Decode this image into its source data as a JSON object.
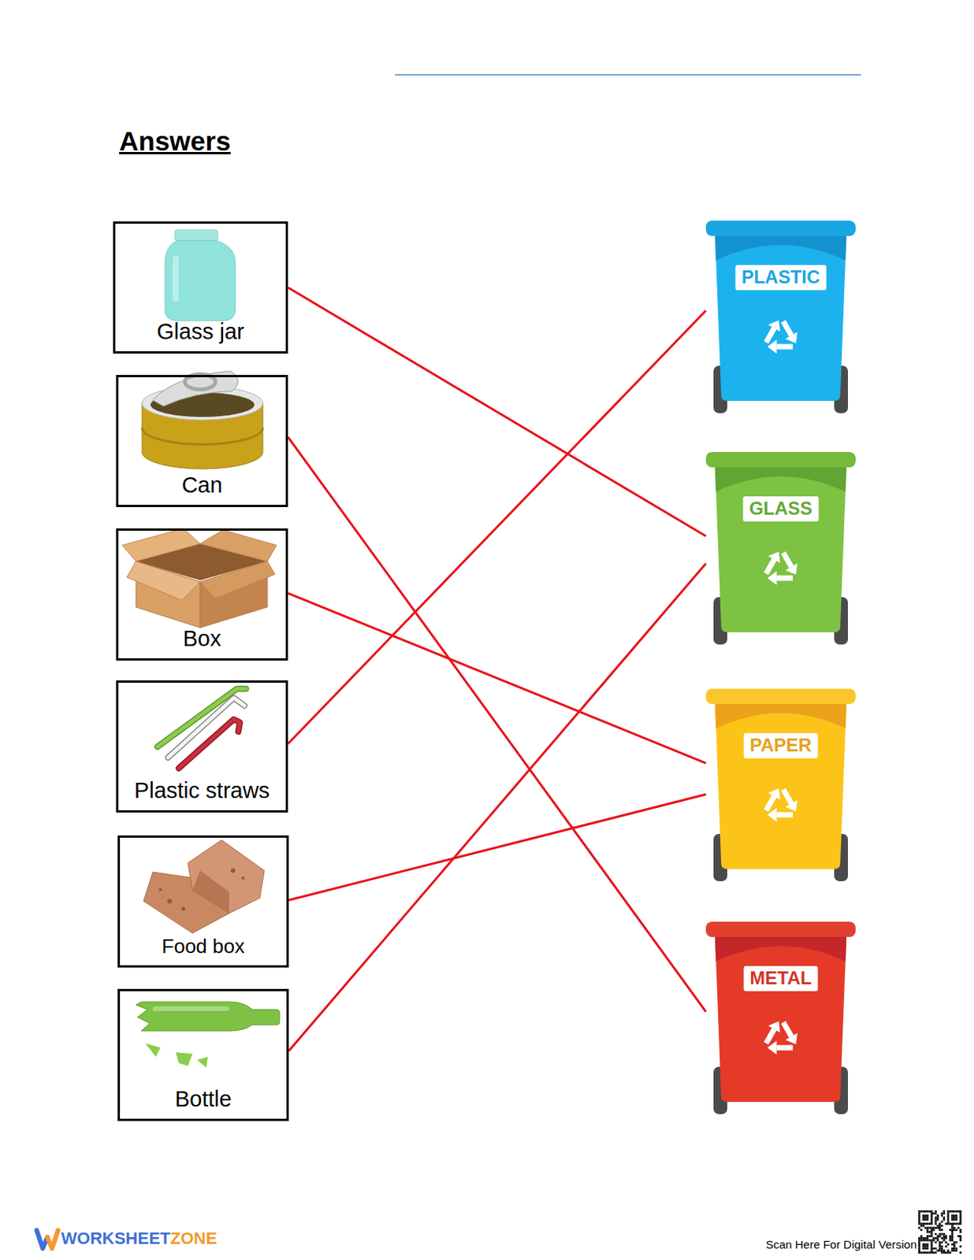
{
  "diagram": {
    "title": "Answers",
    "nodes": [
      {
        "text": [
          "Glass jar"
        ]
      },
      {
        "text": [
          "Can"
        ]
      },
      {
        "text": [
          "Box"
        ]
      },
      {
        "text": [
          "Plastic straws"
        ]
      },
      {
        "text": [
          "Food box"
        ]
      },
      {
        "text": [
          "Bottle"
        ]
      },
      {
        "text": [
          "PLASTIC"
        ]
      },
      {
        "text": [
          "GLASS"
        ]
      },
      {
        "text": [
          "PAPER"
        ]
      },
      {
        "text": [
          "METAL"
        ]
      }
    ],
    "edges": [
      {
        "from": 0,
        "to": 7,
        "arrow": "none"
      },
      {
        "from": 1,
        "to": 9,
        "arrow": "none"
      },
      {
        "from": 2,
        "to": 8,
        "arrow": "none"
      },
      {
        "from": 3,
        "to": 6,
        "arrow": "none"
      },
      {
        "from": 4,
        "to": 8,
        "arrow": "none"
      },
      {
        "from": 5,
        "to": 7,
        "arrow": "none"
      }
    ],
    "labels": [
      "WORKSHEET",
      "ZONE",
      "Scan Here For Digital Version"
    ]
  }
}
